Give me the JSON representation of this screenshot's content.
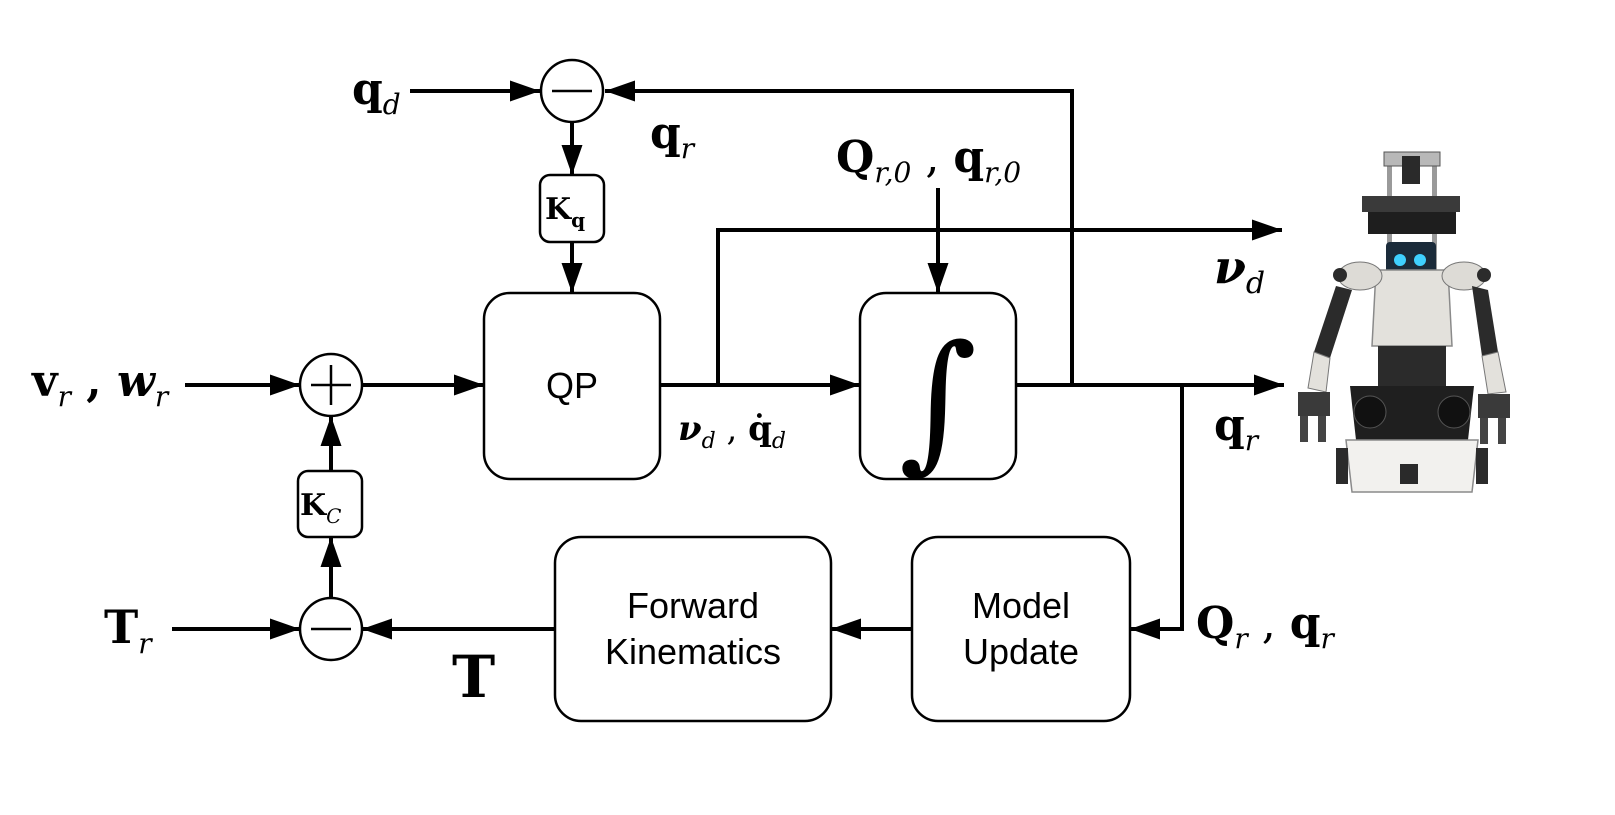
{
  "blocks": {
    "qp": "QP",
    "integrator_symbol": "∫",
    "forward_kinematics": [
      "Forward",
      "Kinematics"
    ],
    "model_update": [
      "Model",
      "Update"
    ],
    "gain_q": {
      "main": "K",
      "sub": "q"
    },
    "gain_c": {
      "main": "K",
      "sub": "C"
    }
  },
  "junctions": {
    "top": "−",
    "middle": "+",
    "bottom": "−"
  },
  "signals": {
    "qd": {
      "main": "q",
      "sub": "d"
    },
    "qr_feedback": {
      "main": "q",
      "sub": "r"
    },
    "init": {
      "m1": "Q",
      "s1": "r,0",
      "sep": " , ",
      "m2": "q",
      "s2": "r,0"
    },
    "nu_d_out": {
      "main": "ν",
      "sub": "d"
    },
    "vr_wr": {
      "m1": "v",
      "s1": "r",
      "sep": " , ",
      "m2": "w",
      "s2": "r"
    },
    "nu_qdot": {
      "m1": "ν",
      "s1": "d",
      "sep": " , ",
      "m2": "q̇",
      "s2": "d"
    },
    "qr_out": {
      "main": "q",
      "sub": "r"
    },
    "Tr": {
      "main": "T",
      "sub": "r"
    },
    "T": "T",
    "Qr_qr": {
      "m1": "Q",
      "s1": "r",
      "sep": " , ",
      "m2": "q",
      "s2": "r"
    }
  },
  "robot_image": "robot"
}
